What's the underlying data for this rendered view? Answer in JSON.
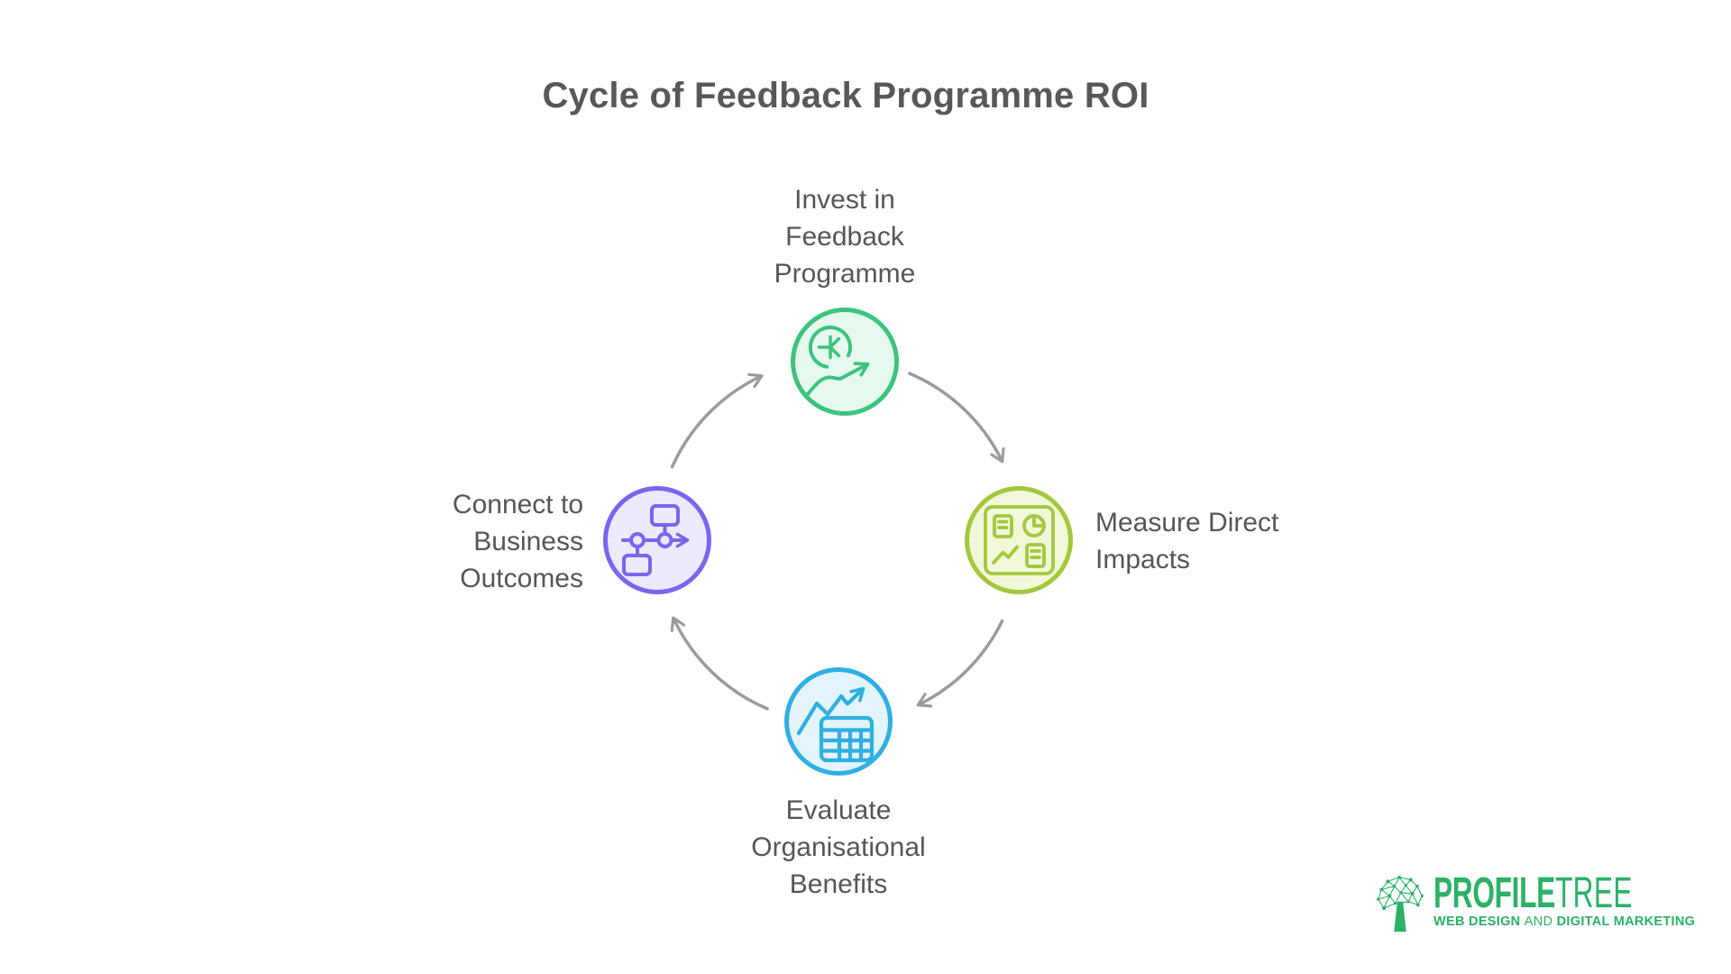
{
  "title": {
    "text": "Cycle of Feedback Programme ROI",
    "color": "#58585a"
  },
  "diagram": {
    "type": "cycle",
    "direction": "clockwise",
    "arrow_color": "#9b9b9b",
    "label_color": "#565659",
    "background": "#ffffff",
    "nodes": {
      "invest": {
        "label": "Invest in\nFeedback\nProgramme",
        "position": "top",
        "border_color": "#3bc47e",
        "fill_color": "#e7f9ef",
        "icon": "coin-growth-icon"
      },
      "measure": {
        "label": "Measure Direct\nImpacts",
        "position": "right",
        "border_color": "#a3c83c",
        "fill_color": "#f1f8da",
        "icon": "analytics-dashboard-icon"
      },
      "evaluate": {
        "label": "Evaluate\nOrganisational\nBenefits",
        "position": "bottom",
        "border_color": "#2fafe3",
        "fill_color": "#e4f4fc",
        "icon": "table-growth-icon"
      },
      "connect": {
        "label": "Connect to\nBusiness\nOutcomes",
        "position": "left",
        "border_color": "#7c64ef",
        "fill_color": "#edeafd",
        "icon": "flowchart-icon"
      }
    }
  },
  "logo": {
    "brand_bold": "PROFILE",
    "brand_light": "TREE",
    "tagline_lead": "WEB DESIGN",
    "tagline_mid": "AND",
    "tagline_tail": "DIGITAL MARKETING",
    "color": "#2bb266",
    "icon": "network-tree-icon"
  }
}
